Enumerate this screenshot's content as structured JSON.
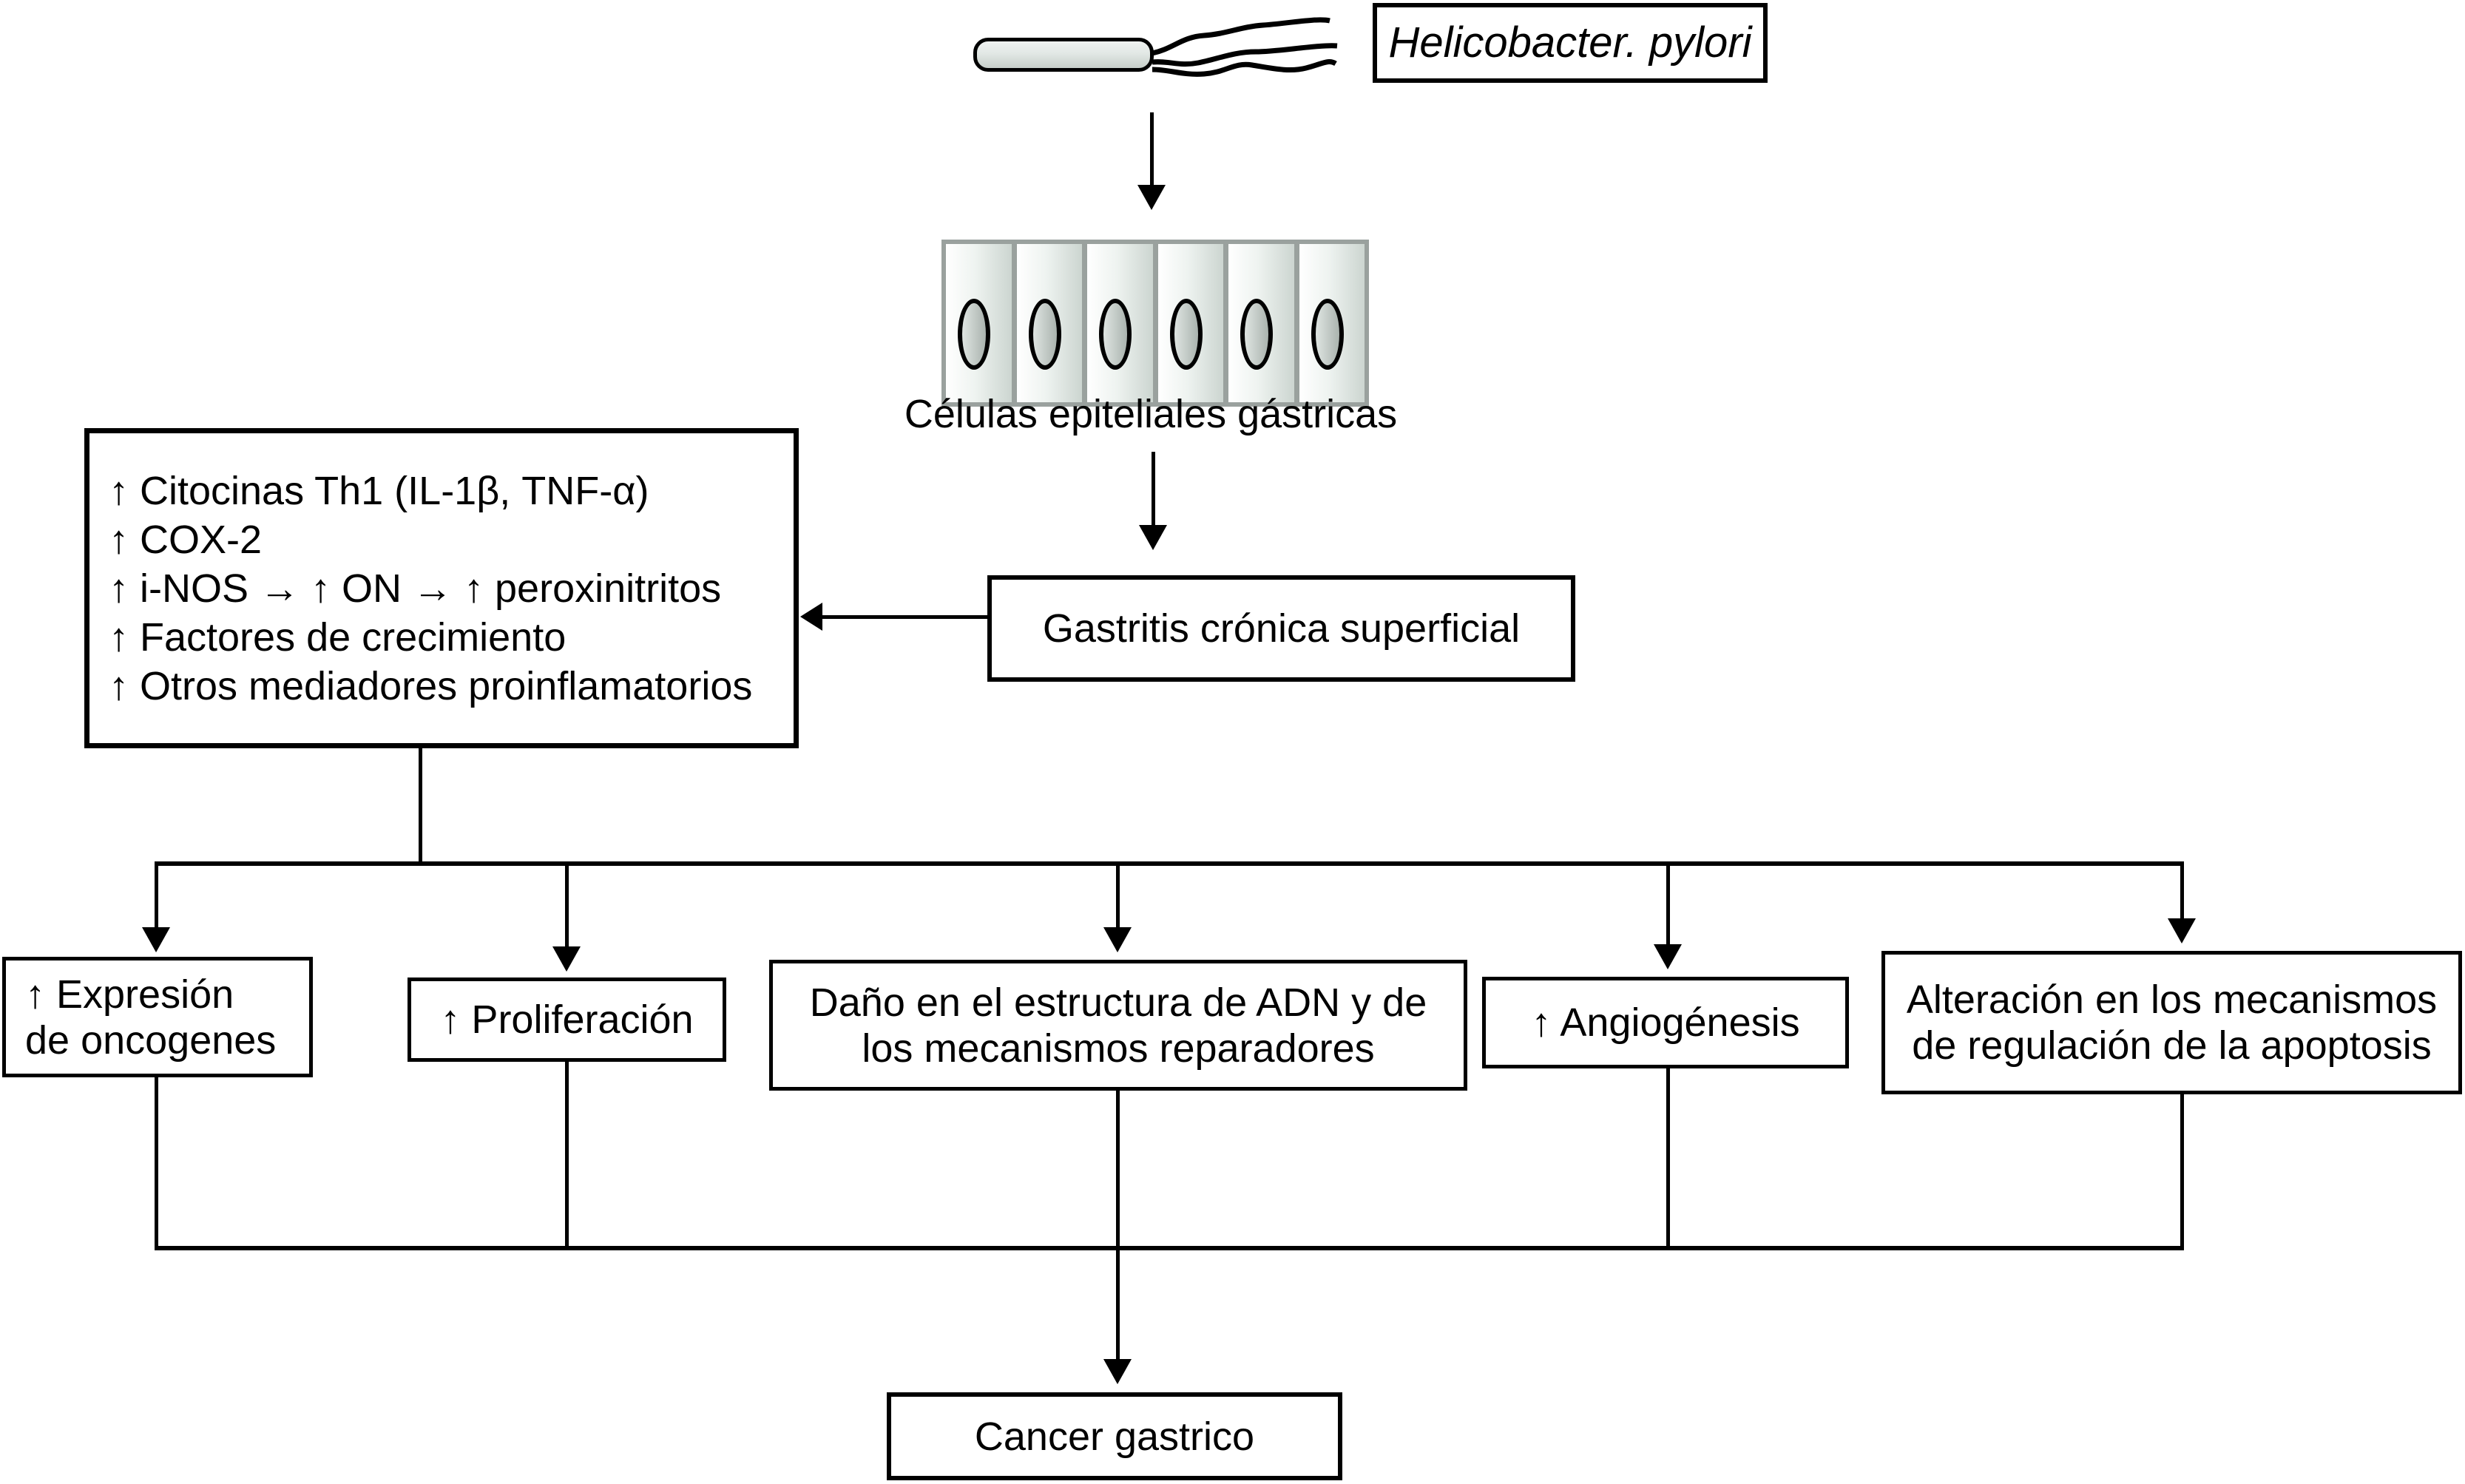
{
  "diagram": {
    "pathogen": {
      "label": "Helicobacter. pylori"
    },
    "cells_label": "Células epiteliales gástricas",
    "gastritis": {
      "label": "Gastritis crónica superficial"
    },
    "mediators": [
      "↑ Citocinas Th1 (IL-1β, TNF-α)",
      "↑ COX-2",
      "↑ i-NOS → ↑ ON → ↑ peroxinitritos",
      "↑ Factores de crecimiento",
      "↑ Otros mediadores proinflamatorios"
    ],
    "effects": [
      {
        "label": "↑ Expresión\nde oncogenes"
      },
      {
        "label": "↑ Proliferación"
      },
      {
        "label": "Daño en el estructura de ADN y de\nlos mecanismos reparadores"
      },
      {
        "label": "↑ Angiogénesis"
      },
      {
        "label": "Alteración en los mecanismos\nde regulación de la apoptosis"
      }
    ],
    "outcome": {
      "label": "Cancer gastrico"
    }
  },
  "colors": {
    "ink": "#000000",
    "background": "#ffffff",
    "cell_wall": "#9aa19e",
    "cell_fill_light": "#ffffff",
    "cell_fill_dark": "#ccd5d0",
    "bacterium_fill_light": "#f0f3f1",
    "bacterium_fill_dark": "#c6cec9"
  }
}
